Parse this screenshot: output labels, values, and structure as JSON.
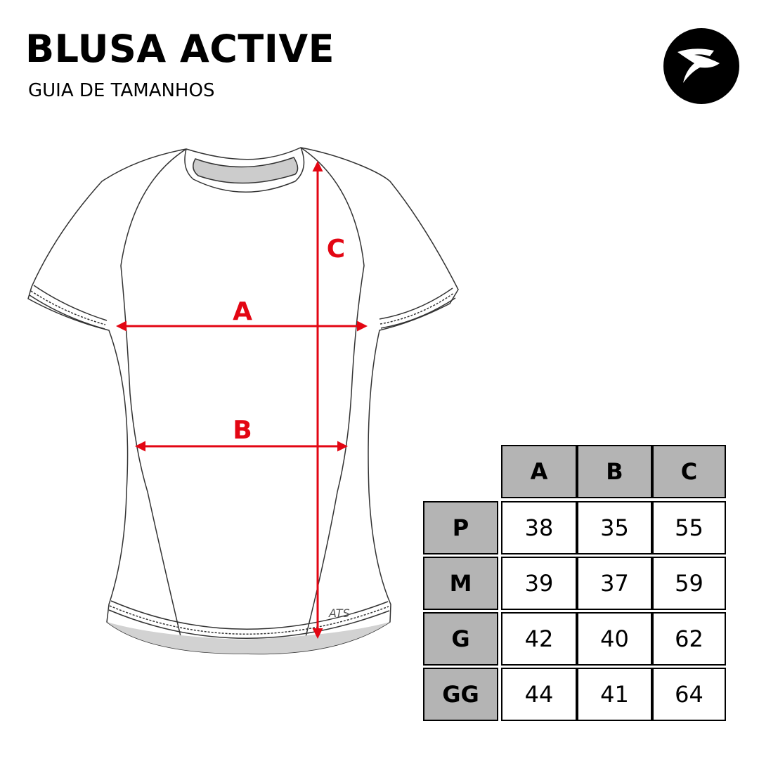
{
  "header": {
    "title": "BLUSA ACTIVE",
    "subtitle": "GUIA DE TAMANHOS"
  },
  "garment": {
    "tag_text": "ATS"
  },
  "measures": {
    "a": "A",
    "b": "B",
    "c": "C"
  },
  "table": {
    "columns": [
      "A",
      "B",
      "C"
    ],
    "rows": [
      {
        "size": "P",
        "values": [
          "38",
          "35",
          "55"
        ]
      },
      {
        "size": "M",
        "values": [
          "39",
          "37",
          "59"
        ]
      },
      {
        "size": "G",
        "values": [
          "42",
          "40",
          "62"
        ]
      },
      {
        "size": "GG",
        "values": [
          "44",
          "41",
          "64"
        ]
      }
    ]
  },
  "colors": {
    "accent": "#e30613",
    "header_fill": "#b4b4b4",
    "outline": "#333333",
    "logo_bg": "#000000"
  },
  "icons": {
    "logo": "bird-logo-icon"
  }
}
